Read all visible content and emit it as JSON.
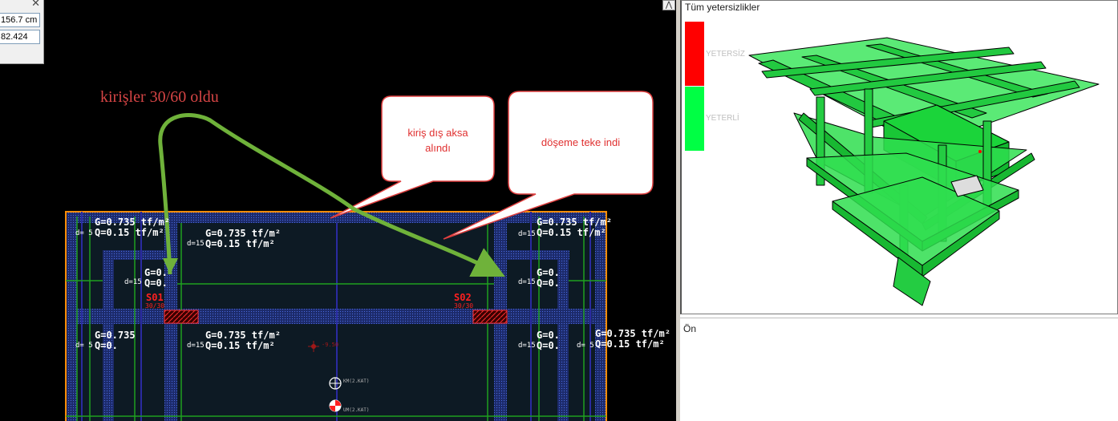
{
  "coord_box": {
    "close_glyph": "✕",
    "x_value": "156.7 cm",
    "y_value": "82.424"
  },
  "scroll_glyph": "⋀",
  "annotations": {
    "main": "kirişler 30/60 oldu",
    "callout1": {
      "line1": "kiriş dış aksa",
      "line2": "alındı"
    },
    "callout2": "döşeme teke indi"
  },
  "slab_labels": {
    "g_text": "G=0.735 tf/m²",
    "q_text": "Q=0.15 tf/m²",
    "g_short": "G=0.",
    "q_short": "Q=0.",
    "g_partial": "G=0.735",
    "q_partial": "Q=0.15 tf/m²",
    "thickness": "d=15",
    "thickness_short": "d= 5",
    "beam_tag1": "S01",
    "beam_tag2": "S02",
    "beam_size": "30/30",
    "level1": "-9.50",
    "level2": "KM(2.KAT)",
    "level3": "UM(2.KAT)"
  },
  "view3d": {
    "title": "Tüm yetersizlikler",
    "legend_insufficient": "YETERSİZ",
    "legend_sufficient": "YETERLİ",
    "colors": {
      "insufficient": "#ff0000",
      "sufficient": "#00ff44"
    }
  },
  "front_panel": {
    "title": "Ön"
  }
}
